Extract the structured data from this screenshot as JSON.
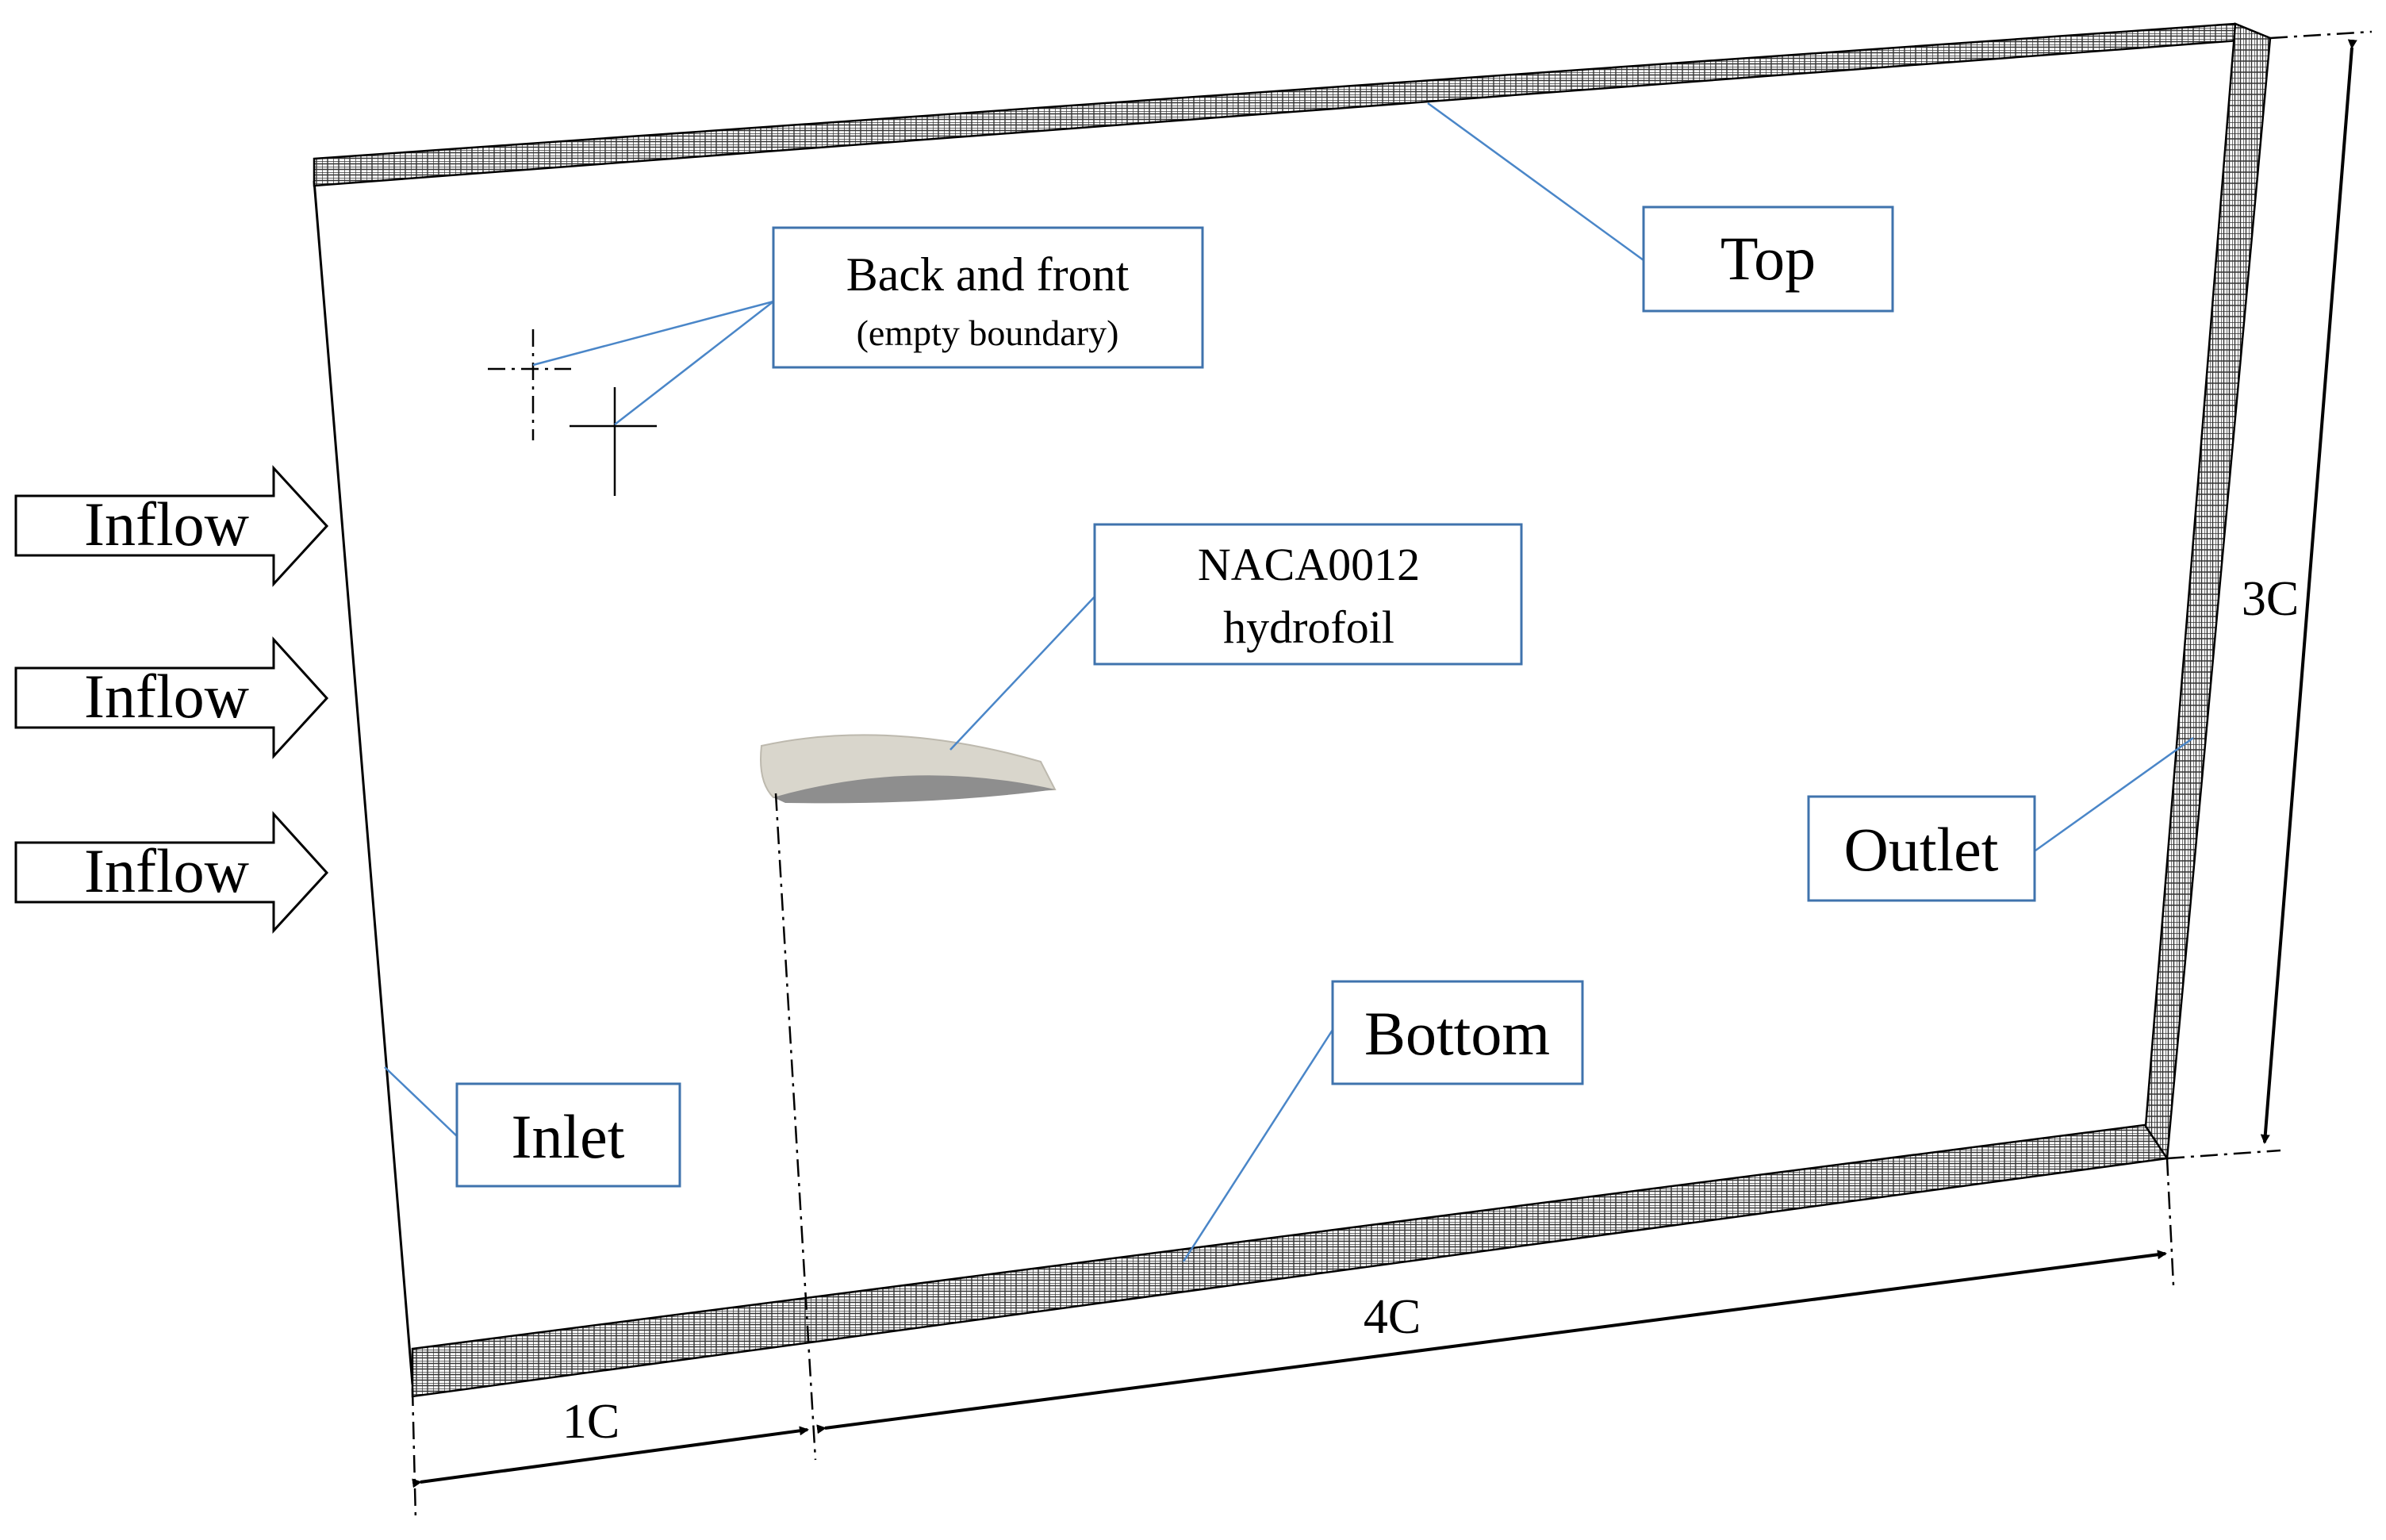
{
  "labels": {
    "top": "Top",
    "back_front_line1": "Back and front",
    "back_front_line2": "(empty  boundary)",
    "hydrofoil_line1": "NACA0012",
    "hydrofoil_line2": "hydrofoil",
    "outlet": "Outlet",
    "bottom": "Bottom",
    "inlet": "Inlet"
  },
  "inflow_arrows": [
    "Inflow",
    "Inflow",
    "Inflow"
  ],
  "dimensions": {
    "height": "3C",
    "downstream_length": "4C",
    "upstream_length": "1C"
  }
}
